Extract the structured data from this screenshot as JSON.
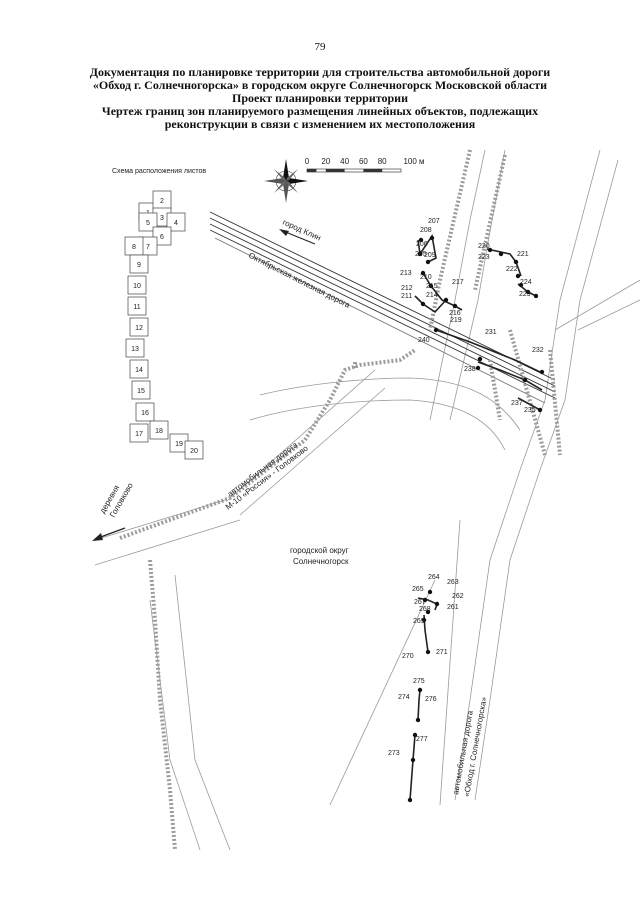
{
  "page_number": "79",
  "header": {
    "line1": "Документация по планировке территории для строительства автомобильной дороги",
    "line2": "«Обход г. Солнечногорска» в городском округе Солнечногорск Московской области",
    "line3": "Проект планировки территории",
    "line4": "Чертеж границ зон планируемого размещения линейных объектов, подлежащих",
    "line5": "реконструкции в связи с изменением их местоположения"
  },
  "sheet_scheme": {
    "title": "Схема расположения листов",
    "sheets": [
      "1",
      "2",
      "3",
      "4",
      "5",
      "6",
      "7",
      "8",
      "9",
      "10",
      "11",
      "12",
      "13",
      "14",
      "15",
      "16",
      "17",
      "18",
      "19",
      "20"
    ]
  },
  "scale_bar": {
    "ticks": [
      "0",
      "20",
      "40",
      "60",
      "80",
      "100 м"
    ]
  },
  "places": {
    "klin": "город Клин",
    "railway": "Октябрьская железная дорога",
    "m10_line1": "автомобильная дорога",
    "m10_line2": "М-10 «Россия» - Головково",
    "golovkovo_line1": "деревня",
    "golovkovo_line2": "Головково",
    "district_line1": "городской округ",
    "district_line2": "Солнечногорск",
    "bypass_line1": "автомобильная дорога",
    "bypass_line2": "«Обход г. Солнечногорска»"
  },
  "point_labels": [
    "207",
    "208",
    "206",
    "205",
    "209",
    "220",
    "223",
    "221",
    "222",
    "224",
    "229",
    "213",
    "210",
    "212",
    "215",
    "217",
    "211",
    "214",
    "216",
    "219",
    "231",
    "240",
    "232",
    "238",
    "237",
    "235",
    "264",
    "263",
    "265",
    "262",
    "267",
    "261",
    "268",
    "269",
    "270",
    "271",
    "275",
    "274",
    "276",
    "277",
    "273"
  ]
}
